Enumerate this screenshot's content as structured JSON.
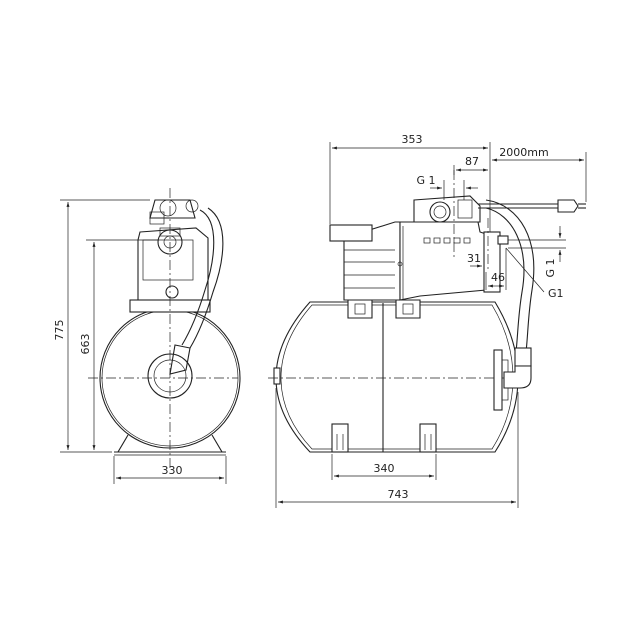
{
  "dimensions": {
    "height_total": "775",
    "height_tank": "663",
    "base_width_side": "330",
    "length_total": "743",
    "feet_spacing": "340",
    "pump_length": "353",
    "outlet_offset": "87",
    "cable_length": "2000mm",
    "thread_top": "G 1",
    "thread_side_vertical": "G 1",
    "thread_side": "G1",
    "dim_31": "31",
    "dim_46": "46"
  }
}
